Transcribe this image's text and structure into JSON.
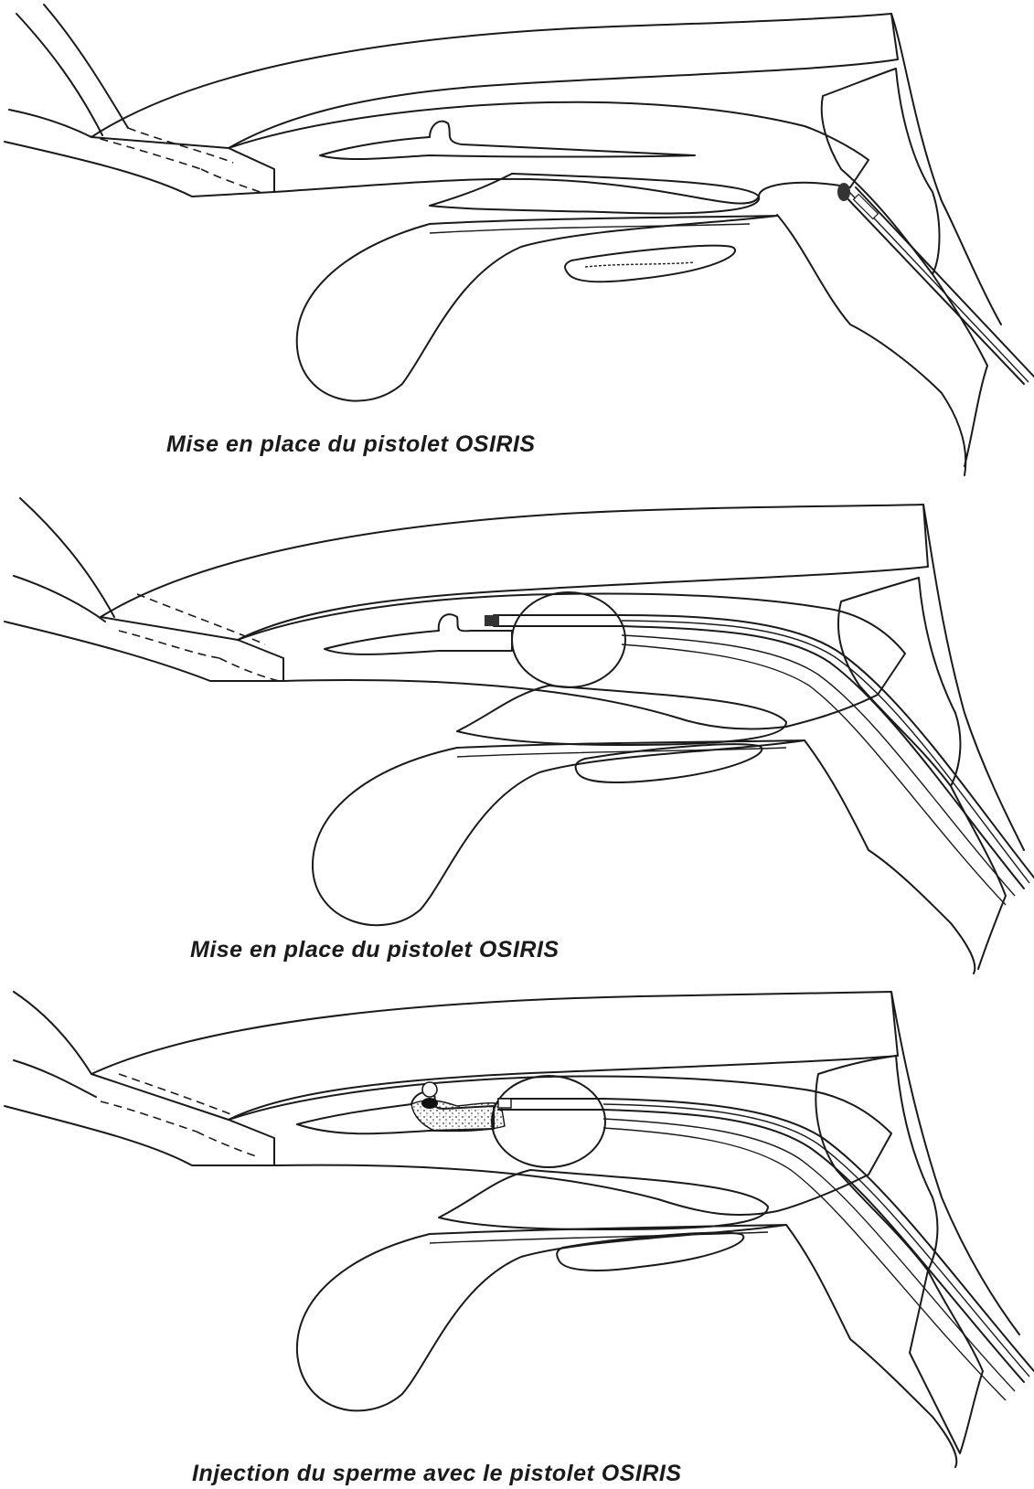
{
  "panels": [
    {
      "caption": "Mise en place du pistolet OSIRIS",
      "stage": "placement-near"
    },
    {
      "caption": "Mise en place du pistolet OSIRIS",
      "stage": "placement-inserted"
    },
    {
      "caption": "Injection du sperme avec le pistolet OSIRIS",
      "stage": "injection"
    }
  ],
  "icons": {
    "ovary": "ovary-blob",
    "uterus": "uterus-outline",
    "catheter": "insemination-gun",
    "balloon": "cervical-balloon",
    "semen": "semen-deposit"
  },
  "colors": {
    "ink": "#1a1a1a",
    "paper": "#ffffff",
    "stipple": "#555555"
  }
}
